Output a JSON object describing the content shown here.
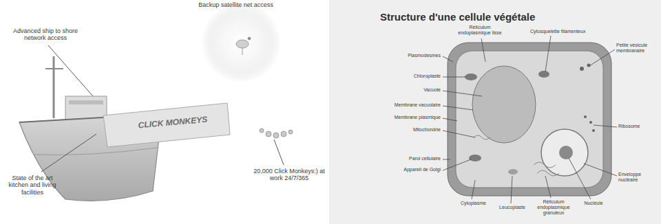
{
  "diagram": {
    "title": "Structure d'une cellule végétale",
    "labels": [
      "Advanced ship to shore network access",
      "State of the art kitchen and living facilities",
      "Backup satellite net access",
      "CLICK MONKEYS",
      "20,000 Click Monkeys:) at work 24/7/365",
      "Cytosquelette filamenteux",
      "Réticulum endoplasmique lisse",
      "Petite vésicule membranaire",
      "Plasmodesmes",
      "Chloroplaste",
      "Vacuole",
      "Membrane vacuolaire",
      "Membrane plasmique",
      "Mitochondrie",
      "Paroi cellulaire",
      "Appareil de Golgi",
      "Cytoplasme",
      "Leucoplaste",
      "Réticulum endoplasmique granuleux",
      "Nucléole",
      "Enveloppe nucléaire",
      "Ribosome"
    ]
  }
}
